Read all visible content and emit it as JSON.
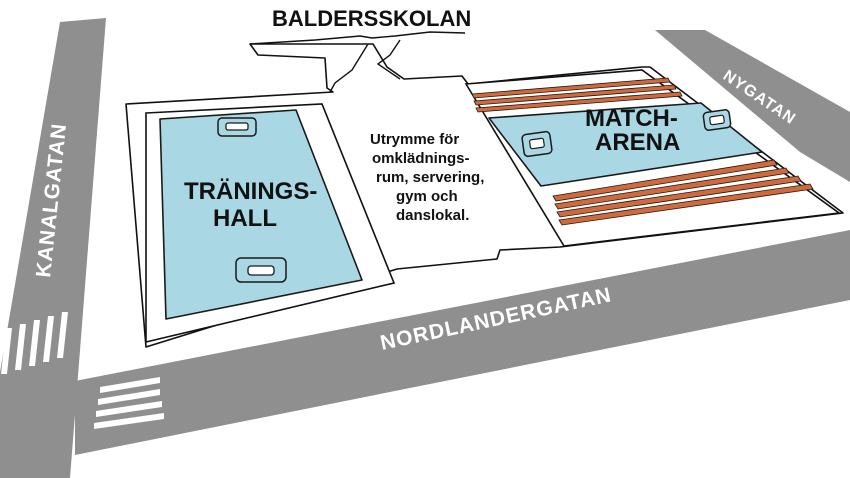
{
  "map": {
    "school_label": "BALDERSSKOLAN",
    "streets": {
      "kanalgatan": "KANALGATAN",
      "nordlandergatan": "NORDLANDERGATAN",
      "nygatan": "NYGATAN"
    },
    "training_hall": {
      "line1": "TRÄNINGS-",
      "line2": "HALL"
    },
    "match_arena": {
      "line1": "MATCH-",
      "line2": "ARENA"
    },
    "facilities_note": {
      "line1": "Utrymme för",
      "line2": "omklädnings-",
      "line3": "rum, servering,",
      "line4": "gym och",
      "line5": "danslokal."
    },
    "colors": {
      "road": "#8f8f8f",
      "court": "#a9d7e4",
      "court_outline": "#1a1a1a",
      "stands": "#d2693a",
      "background": "#ffffff"
    }
  }
}
